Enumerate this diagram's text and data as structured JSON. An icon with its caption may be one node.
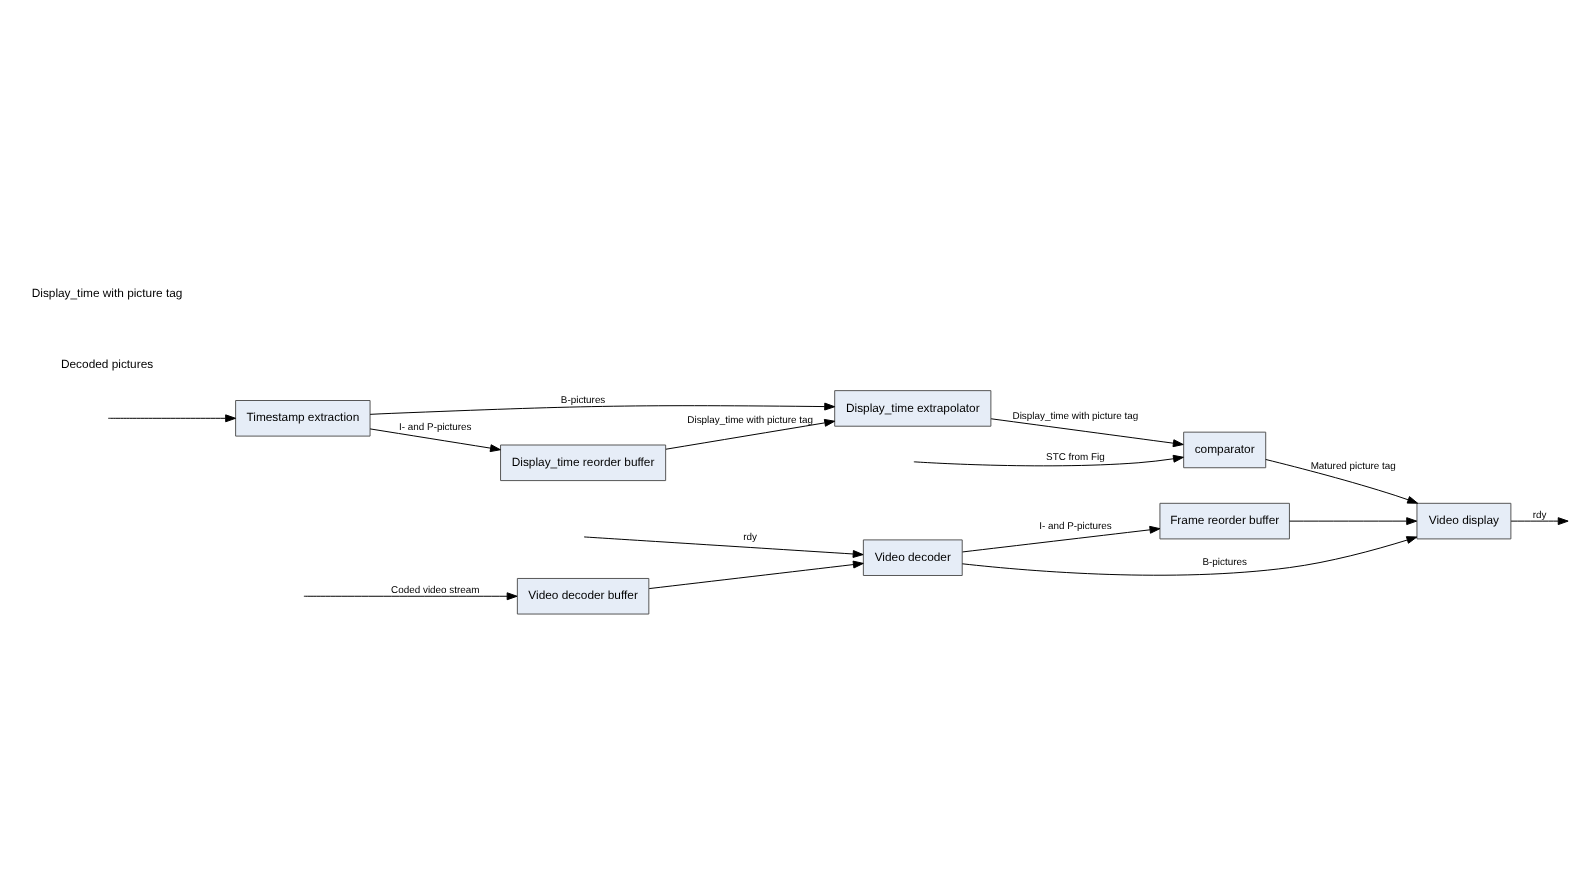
{
  "diagram": {
    "nodes": [
      {
        "text": [
          "Video decoder buffer"
        ]
      },
      {
        "text": [
          "Video decoder"
        ]
      },
      {
        "text": [
          "Frame reorder buffer"
        ]
      },
      {
        "text": [
          "Video display"
        ]
      },
      {
        "text": [
          "Timestamp extraction"
        ]
      },
      {
        "text": [
          "Display_time extrapolator"
        ]
      },
      {
        "text": [
          "Display_time reorder buffer"
        ]
      },
      {
        "text": [
          "comparator"
        ]
      }
    ],
    "edges": [
      {
        "from": null,
        "to": 0,
        "arrow": "to",
        "label": "Coded video stream"
      },
      {
        "from": null,
        "to": 4,
        "arrow": "to"
      },
      {
        "from": 0,
        "to": 1,
        "arrow": "to"
      },
      {
        "from": 1,
        "to": 2,
        "arrow": "to",
        "label": "I- and P-pictures"
      },
      {
        "from": 1,
        "to": 3,
        "arrow": "to",
        "label": "B-pictures"
      },
      {
        "from": 2,
        "to": 3,
        "arrow": "to"
      },
      {
        "from": 3,
        "to": null,
        "arrow": "to",
        "label": "rdy"
      },
      {
        "from": null,
        "to": 1,
        "arrow": "to",
        "label": "rdy"
      },
      {
        "from": 4,
        "to": 5,
        "arrow": "to",
        "label": "B-pictures"
      },
      {
        "from": 4,
        "to": 6,
        "arrow": "to",
        "label": "I- and P-pictures"
      },
      {
        "from": 6,
        "to": 5,
        "arrow": "to",
        "label": "Display_time with picture tag"
      },
      {
        "from": 5,
        "to": 7,
        "arrow": "to",
        "label": "Display_time with picture tag"
      },
      {
        "from": 7,
        "to": 3,
        "arrow": "to",
        "label": "Matured picture tag"
      },
      {
        "from": null,
        "to": 7,
        "arrow": "to",
        "label": "STC from Fig"
      }
    ],
    "labels": [
      "Decoded pictures",
      "Display_time with picture tag"
    ]
  }
}
